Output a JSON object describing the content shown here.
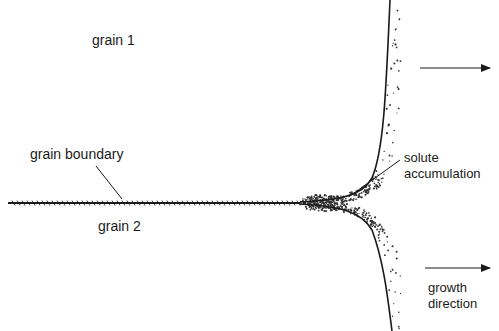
{
  "diagram": {
    "labels": [
      "grain 1",
      "grain 2",
      "grain boundary",
      "solute accumulation",
      "growth direction"
    ]
  }
}
